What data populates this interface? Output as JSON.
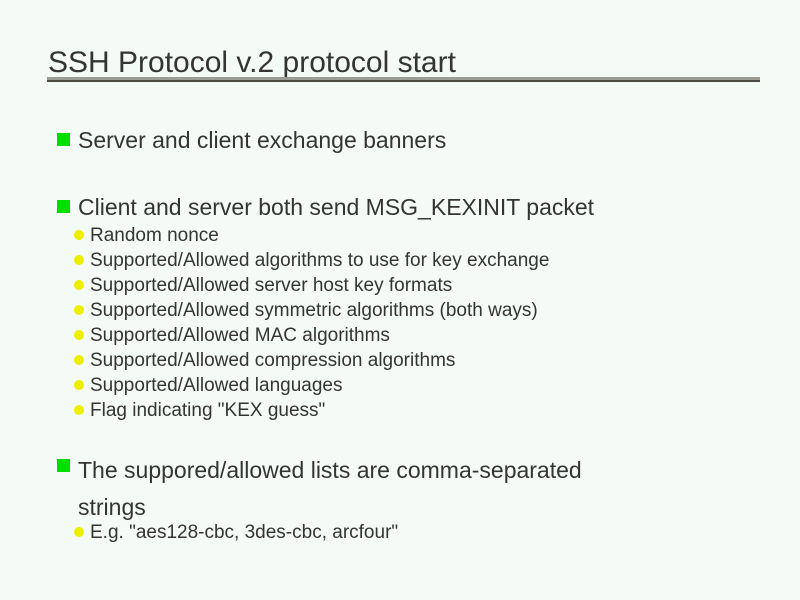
{
  "slide": {
    "title": "SSH Protocol v.2 protocol start",
    "bullets": [
      {
        "label": "Server and client exchange banners",
        "sub": []
      },
      {
        "label": "Client and server both send MSG_KEXINIT packet",
        "sub": [
          "Random nonce",
          "Supported/Allowed algorithms to use for key exchange",
          "Supported/Allowed server host key formats",
          "Supported/Allowed symmetric algorithms (both ways)",
          "Supported/Allowed MAC algorithms",
          "Supported/Allowed compression algorithms",
          "Supported/Allowed languages",
          "Flag indicating \"KEX guess\""
        ]
      },
      {
        "label": "The suppored/allowed lists are comma-separated strings",
        "label_lines": [
          "The suppored/allowed lists are comma-separated",
          "strings"
        ],
        "sub": [
          "E.g. \"aes128-cbc, 3des-cbc, arcfour\""
        ]
      }
    ],
    "colors": {
      "background": "#f4faf5",
      "text": "#343434",
      "bullet_green": "#00e000",
      "bullet_yellow": "#eeee00",
      "rule_light": "#9b9c94",
      "rule_dark": "#4b4b44"
    }
  }
}
